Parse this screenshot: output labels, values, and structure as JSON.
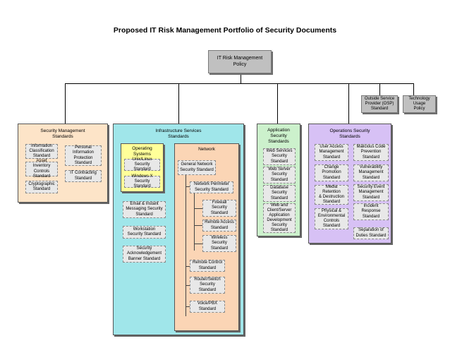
{
  "title": "Proposed IT Risk Management Portfolio of Security Documents",
  "colors": {
    "gray_box": "#c0c0c0",
    "security_management": "#fde4c8",
    "infrastructure": "#a0e6ea",
    "operating_systems": "#ffff99",
    "network": "#fbd5b5",
    "application": "#ccf1cc",
    "operations": "#d7c1f5",
    "document": "#e8e8e8"
  },
  "root": {
    "label": "IT Risk Management\nPolicy"
  },
  "top_right": {
    "osp": "Outside Service\nProvider (OSP)\nStandard",
    "technology_usage": "Technology\nUsage\nPolicy"
  },
  "security_management": {
    "title": "Security Management\nStandards",
    "items": [
      "Information\nClassification\nStandard",
      "Asset Inventory\nControls\nStandard",
      "Cryptographic\nStandard",
      "Personal\nInformation\nProtection\nStandard",
      "IT Contracting\nStandard"
    ]
  },
  "infrastructure": {
    "title": "Infrastructure Services\nStandards",
    "operating_systems": {
      "title": "Operating\nSystems",
      "items": [
        "Unix/Linux\nSecurity Standard",
        "Windows X\nSecurity Standard"
      ]
    },
    "left_items": [
      "Email & Instant\nMessaging Security\nStandard",
      "Workstation\nSecurity Standard",
      "Security\nAcknowledgement\nBanner Standard"
    ],
    "network": {
      "title": "Network",
      "general": "General Network\nSecurity Standard",
      "perimeter": "Network Perimeter\nSecurity Standard",
      "perimeter_items": [
        "Firewall\nSecurity\nStandard",
        "Remote Access\nStandard",
        "Wireless\nSecurity\nStandard"
      ],
      "items": [
        "Remote Control\nStandard",
        "Router/Switch\nSecurity\nStandard",
        "Voice/PBX\nStandard"
      ]
    }
  },
  "application": {
    "title": "Application\nSecurity\nStandards",
    "items": [
      "Web Services\nSecurity\nStandard",
      "Web Server\nSecurity\nStandard",
      "Database\nSecurity\nStandard",
      "Web and\nClient/Server\nApplication\nDevelopment\nSecurity\nStandard"
    ]
  },
  "operations": {
    "title": "Operations Security\nStandards",
    "items": [
      "User Access\nManagement\nStandard",
      "Change\nPromotion\nStandard",
      "Media Retention\n& Destruction\nStandard",
      "Physical &\nEnvironmental\nControls\nStandard",
      "Malicious Code\nPrevention\nStandard",
      "Vulnerability\nManagement\nStandard",
      "Security Event\nManagement\nStandard",
      "Incident\nResponse\nStandard",
      "Separation of\nDuties Standard"
    ]
  }
}
